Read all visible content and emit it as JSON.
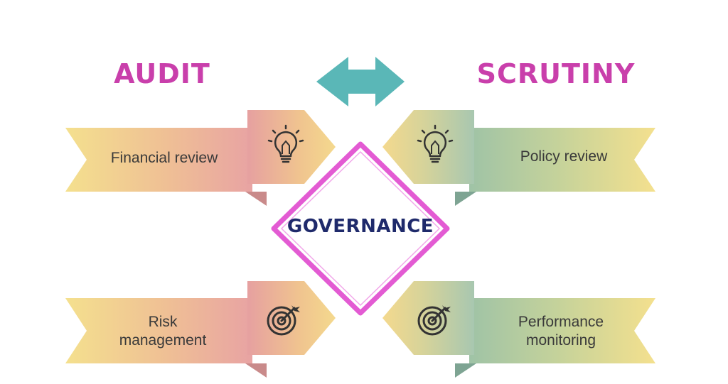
{
  "colors": {
    "heading": "#c93fab",
    "arrow": "#5ab7b7",
    "diamond_border": "#e35bd3",
    "center_text": "#1f2a6b",
    "ribbon_yellow": "#f4e08e",
    "ribbon_pink": "#e8a3a3",
    "ribbon_green": "#a8c7a8",
    "icon_stroke": "#333333"
  },
  "left_heading": "AUDIT",
  "right_heading": "SCRUTINY",
  "center": {
    "label": "GOVERNANCE"
  },
  "items": {
    "financial": {
      "label": "Financial review",
      "icon": "lightbulb-icon"
    },
    "policy": {
      "label": "Policy review",
      "icon": "lightbulb-icon"
    },
    "risk": {
      "line1": "Risk",
      "line2": "management",
      "icon": "target-icon"
    },
    "performance": {
      "line1": "Performance",
      "line2": "monitoring",
      "icon": "target-icon"
    }
  },
  "connector": {
    "icon": "double-arrow-icon"
  }
}
